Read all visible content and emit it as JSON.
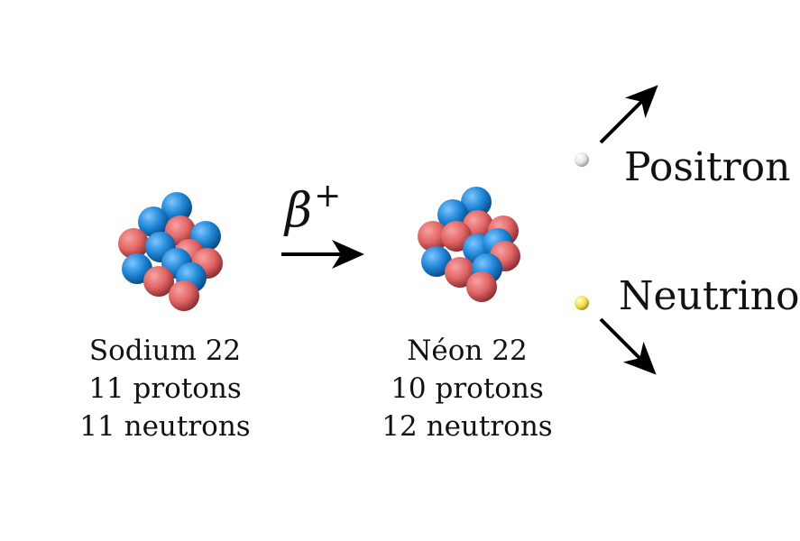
{
  "colors": {
    "proton": "#e26565",
    "neutron": "#1f86d8",
    "positron": "#f2f2f2",
    "neutrino": "#f4e04a",
    "arrow": "#000000"
  },
  "reaction": {
    "symbol_base": "β",
    "symbol_sup": "+"
  },
  "parent": {
    "name": "Sodium 22",
    "protons": "11 protons",
    "neutrons": "11 neutrons",
    "proton_count": 11,
    "neutron_count": 11
  },
  "daughter": {
    "name": "Néon 22",
    "protons": "10 protons",
    "neutrons": "12 neutrons",
    "proton_count": 10,
    "neutron_count": 12
  },
  "emitted": {
    "positron": "Positron",
    "neutrino": "Neutrino"
  }
}
